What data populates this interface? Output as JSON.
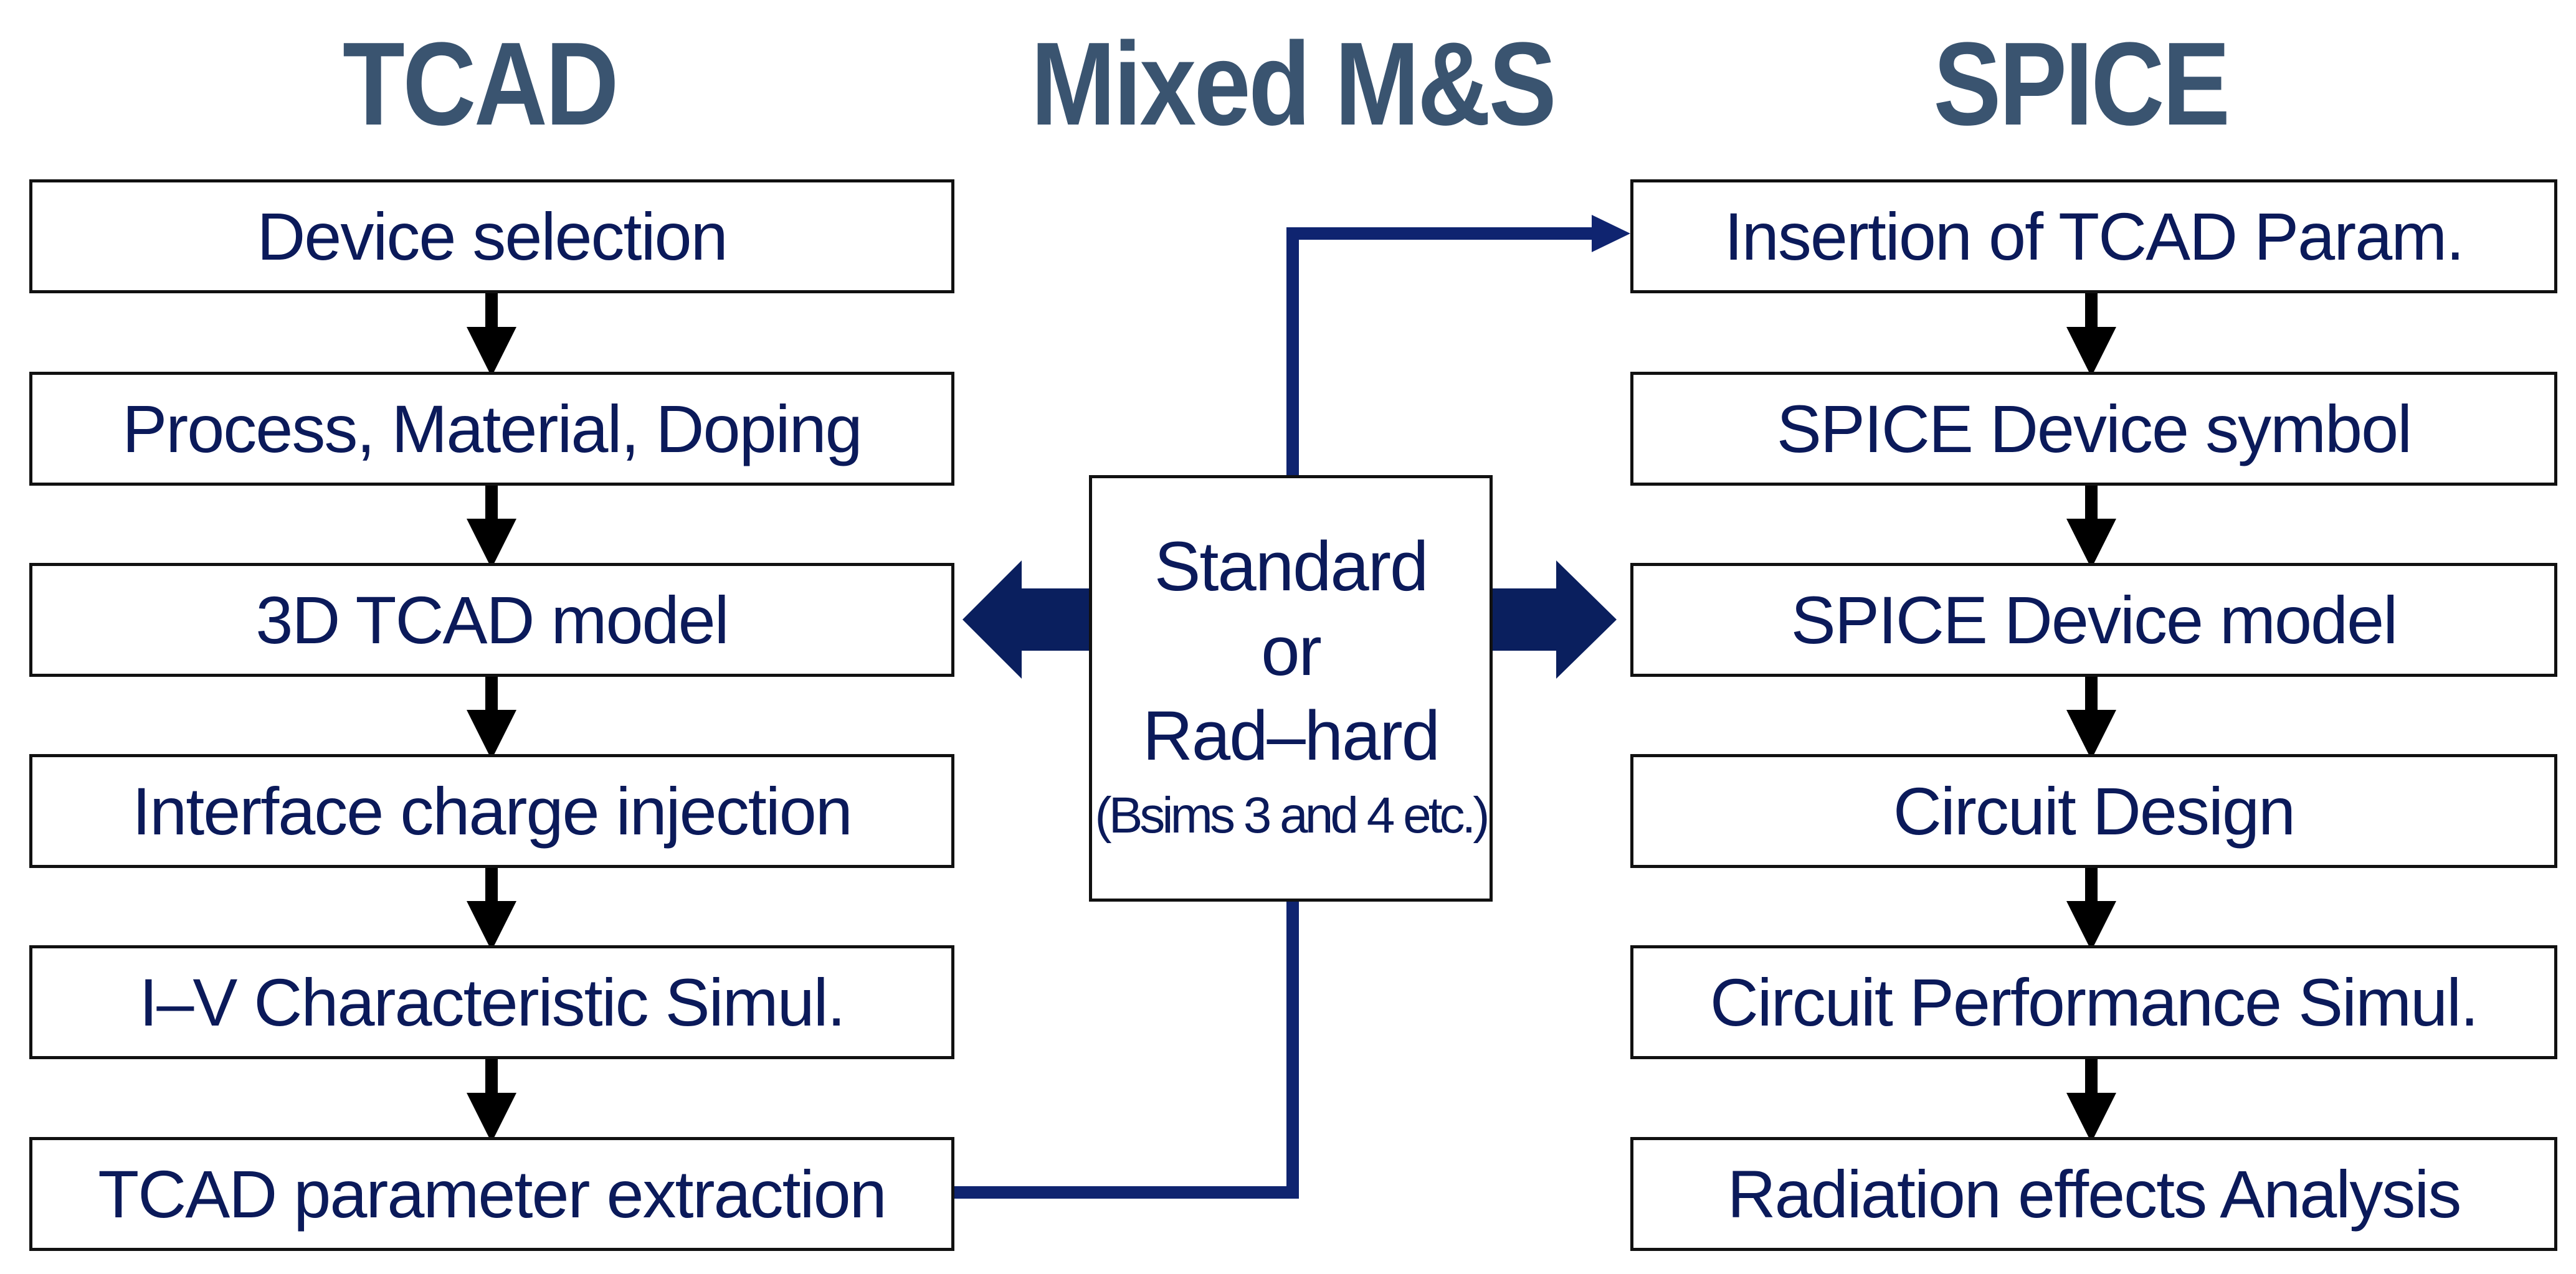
{
  "headings": {
    "tcad": "TCAD",
    "mixed": "Mixed M&S",
    "spice": "SPICE"
  },
  "tcad_steps": [
    "Device selection",
    "Process, Material, Doping",
    "3D TCAD model",
    "Interface charge injection",
    "I–V Characteristic Simul.",
    "TCAD parameter extraction"
  ],
  "spice_steps": [
    "Insertion of TCAD Param.",
    "SPICE Device symbol",
    "SPICE Device model",
    "Circuit Design",
    "Circuit Performance Simul.",
    "Radiation effects Analysis"
  ],
  "center": {
    "line1": "Standard",
    "line2": "or",
    "line3": "Rad–hard",
    "note": "(Bsims 3 and 4 etc.)"
  },
  "colors": {
    "heading": "#3a5470",
    "text": "#0b1a5a",
    "connector": "#0f2470",
    "arrow_fill": "#0a1f5e",
    "step_arrow": "#000000",
    "border": "#111111"
  }
}
